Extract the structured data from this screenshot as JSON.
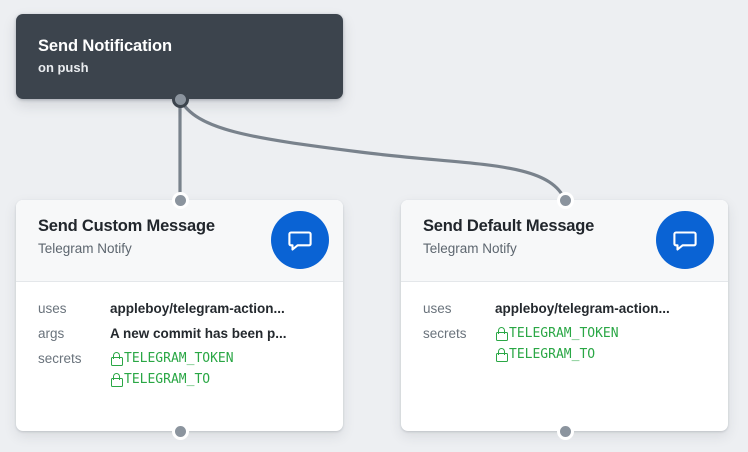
{
  "canvas": {
    "background": "#edeff2",
    "edge_color": "#79828c"
  },
  "trigger": {
    "title": "Send Notification",
    "subtitle": "on push",
    "background": "#3c444d"
  },
  "nodes": [
    {
      "id": "node-custom",
      "title": "Send Custom Message",
      "subtitle": "Telegram Notify",
      "avatar_icon": "chat-bubble-icon",
      "avatar_color": "#0a63d4",
      "rows": [
        {
          "label": "uses",
          "value": "appleboy/telegram-action..."
        },
        {
          "label": "args",
          "value": "A new commit has been p..."
        }
      ],
      "secrets_label": "secrets",
      "secrets": [
        "TELEGRAM_TOKEN",
        "TELEGRAM_TO"
      ],
      "secret_color": "#2aa745"
    },
    {
      "id": "node-default",
      "title": "Send Default Message",
      "subtitle": "Telegram Notify",
      "avatar_icon": "chat-bubble-icon",
      "avatar_color": "#0a63d4",
      "rows": [
        {
          "label": "uses",
          "value": "appleboy/telegram-action..."
        }
      ],
      "secrets_label": "secrets",
      "secrets": [
        "TELEGRAM_TOKEN",
        "TELEGRAM_TO"
      ],
      "secret_color": "#2aa745"
    }
  ]
}
